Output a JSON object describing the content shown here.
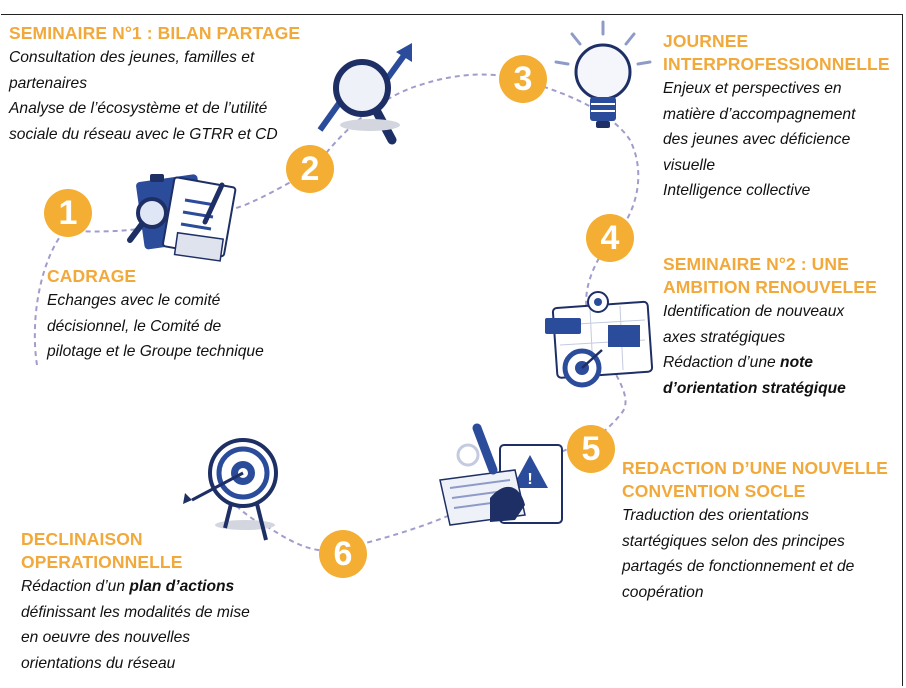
{
  "steps": [
    {
      "number": "1",
      "title_lines": [
        "CADRAGE"
      ],
      "lines": [
        [
          "Echanges avec le comité"
        ],
        [
          "décisionnel, le Comité de"
        ],
        [
          "pilotage et le Groupe technique"
        ]
      ],
      "icon": "clipboard-magnifier-icon"
    },
    {
      "number": "2",
      "title_lines": [
        "SEMINAIRE N°1 : BILAN PARTAGE"
      ],
      "lines": [
        [
          "Consultation des jeunes, familles et"
        ],
        [
          "partenaires"
        ],
        [
          "Analyse de l’écosystème et de l’utilité"
        ],
        [
          "sociale du réseau avec le GTRR et CD"
        ]
      ],
      "icon": "magnifier-growth-arrow-icon"
    },
    {
      "number": "3",
      "title_lines": [
        "JOURNEE",
        "INTERPROFESSIONNELLE"
      ],
      "lines": [
        [
          "Enjeux et perspectives en"
        ],
        [
          "matière d’accompagnement"
        ],
        [
          "des jeunes avec déficience"
        ],
        [
          "visuelle"
        ],
        [
          "Intelligence collective"
        ]
      ],
      "icon": "lightbulb-icon"
    },
    {
      "number": "4",
      "title_lines": [
        "SEMINAIRE N°2 : UNE",
        "AMBITION RENOUVELEE"
      ],
      "lines": [
        [
          "Identification de nouveaux"
        ],
        [
          "axes stratégiques"
        ],
        [
          "Rédaction d’une ",
          "note"
        ],
        [
          "",
          "d’orientation stratégique"
        ]
      ],
      "icon": "strategy-board-target-icon"
    },
    {
      "number": "5",
      "title_lines": [
        "REDACTION D’UNE NOUVELLE",
        "CONVENTION SOCLE"
      ],
      "lines": [
        [
          "Traduction des orientations"
        ],
        [
          "startégiques selon des principes"
        ],
        [
          "partagés de fonctionnement et de"
        ],
        [
          "coopération"
        ]
      ],
      "icon": "document-pen-warning-icon"
    },
    {
      "number": "6",
      "title_lines": [
        "DECLINAISON",
        "OPERATIONNELLE"
      ],
      "lines": [
        [
          "Rédaction d’un ",
          "plan d’actions"
        ],
        [
          "définissant les modalités de mise"
        ],
        [
          "en oeuvre des nouvelles"
        ],
        [
          "orientations du réseau"
        ]
      ],
      "icon": "target-arrow-icon"
    }
  ],
  "colors": {
    "accent": "#f3ae33",
    "title": "#f2a93b",
    "icon_blue": "#2b4c9b",
    "path": "#9a98c8",
    "text": "#111111"
  }
}
